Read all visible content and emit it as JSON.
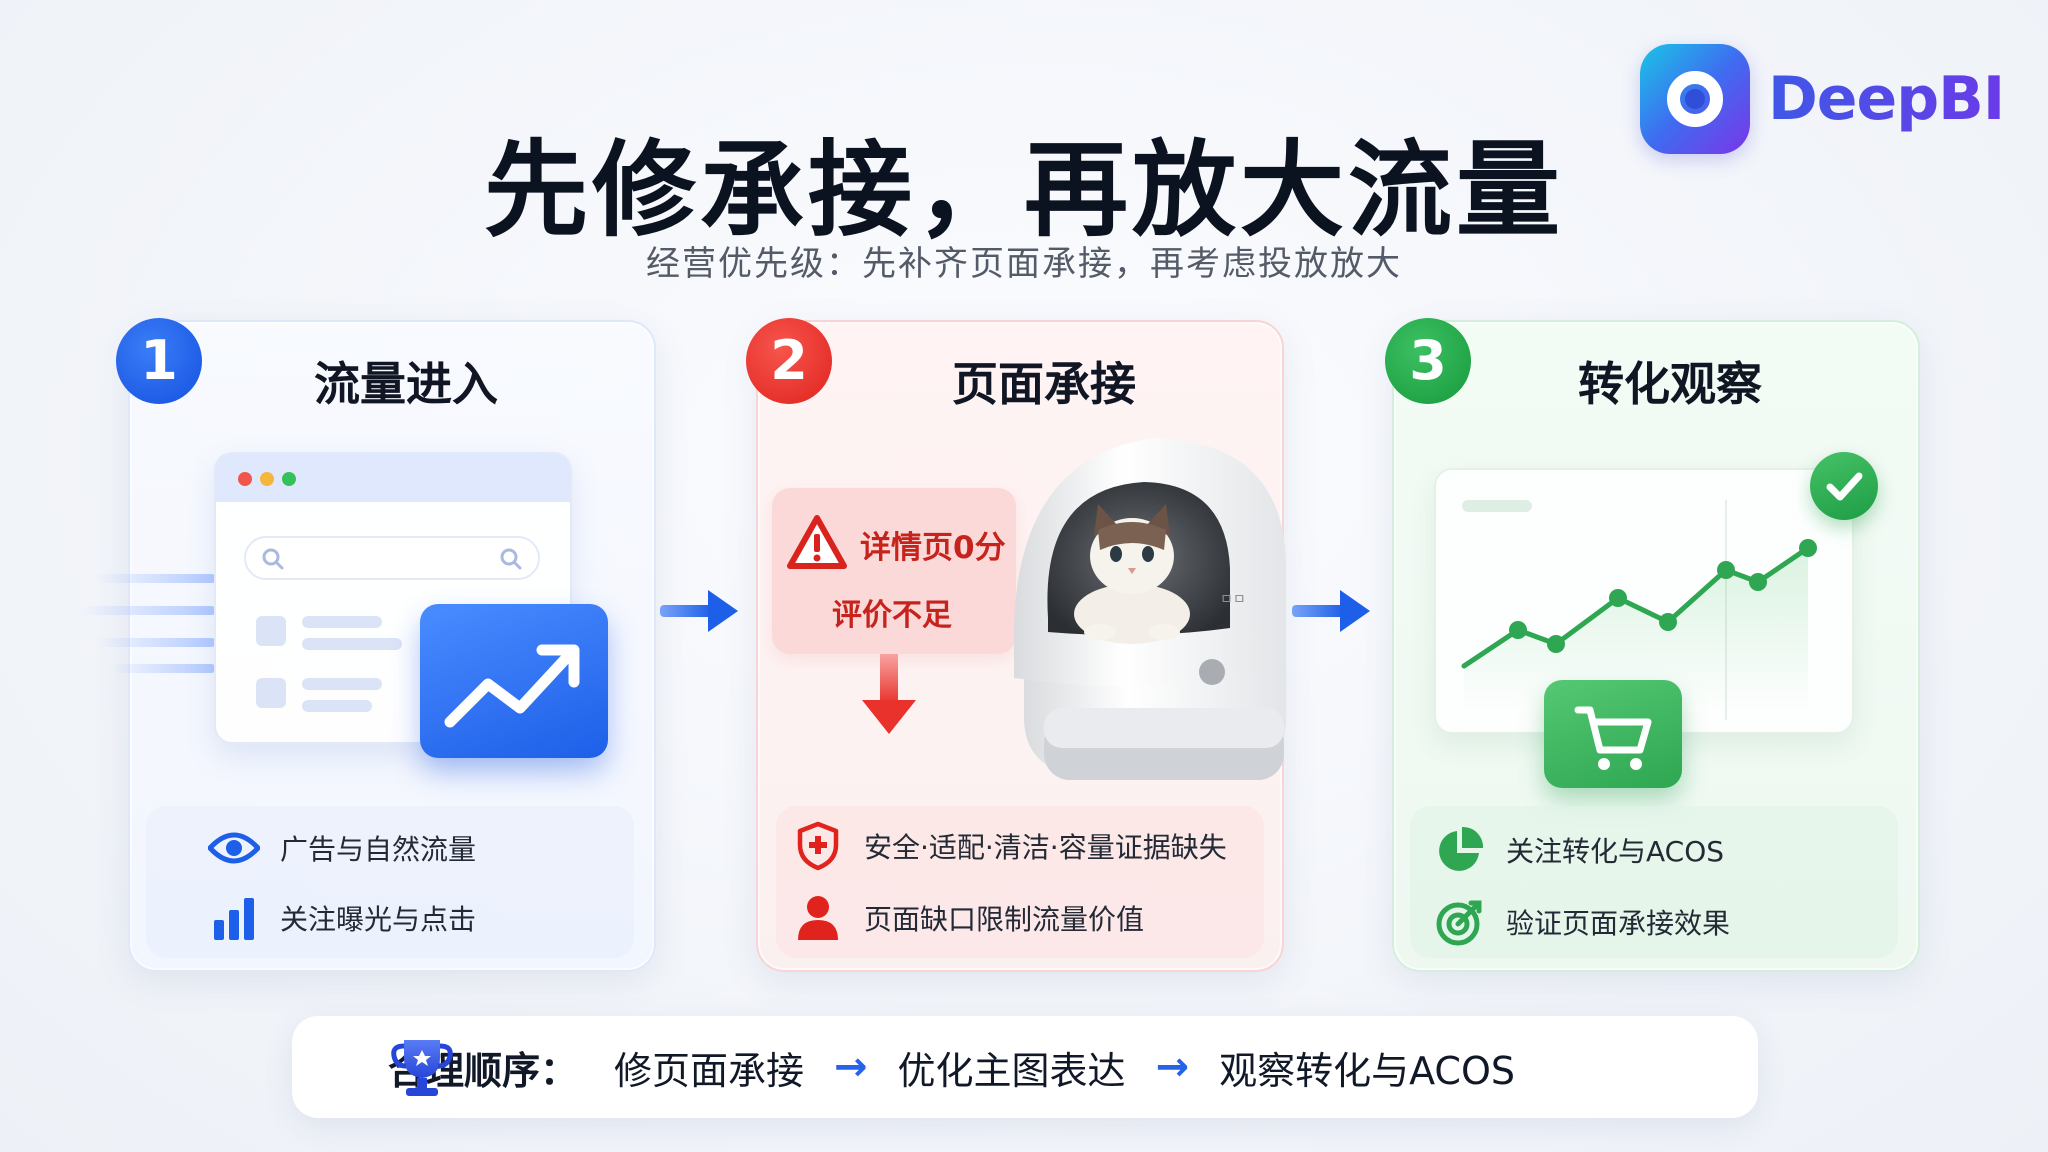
{
  "logo": {
    "text": "DeepBI"
  },
  "title": "先修承接，再放大流量",
  "subtitle": "经营优先级：先补齐页面承接，再考虑投放放大",
  "steps": [
    {
      "number": "1",
      "title": "流量进入",
      "accent": "#1d5fe8",
      "items": [
        {
          "icon": "eye-icon",
          "text": "广告与自然流量"
        },
        {
          "icon": "bar-chart-icon",
          "text": "关注曝光与点击"
        }
      ]
    },
    {
      "number": "2",
      "title": "页面承接",
      "accent": "#e0231d",
      "warning": {
        "title": "详情页0分",
        "subtitle": "评价不足"
      },
      "items": [
        {
          "icon": "shield-plus-icon",
          "text": "安全·适配·清洁·容量证据缺失"
        },
        {
          "icon": "user-icon",
          "text": "页面缺口限制流量价值"
        }
      ]
    },
    {
      "number": "3",
      "title": "转化观察",
      "accent": "#1e9d45",
      "items": [
        {
          "icon": "pie-chart-icon",
          "text": "关注转化与ACOS"
        },
        {
          "icon": "target-icon",
          "text": "验证页面承接效果"
        }
      ]
    }
  ],
  "product": {
    "label": "ㅁㅁ"
  },
  "banner": {
    "label": "合理顺序：",
    "steps": [
      "修页面承接",
      "优化主图表达",
      "观察转化与ACOS"
    ],
    "arrow": "→"
  }
}
